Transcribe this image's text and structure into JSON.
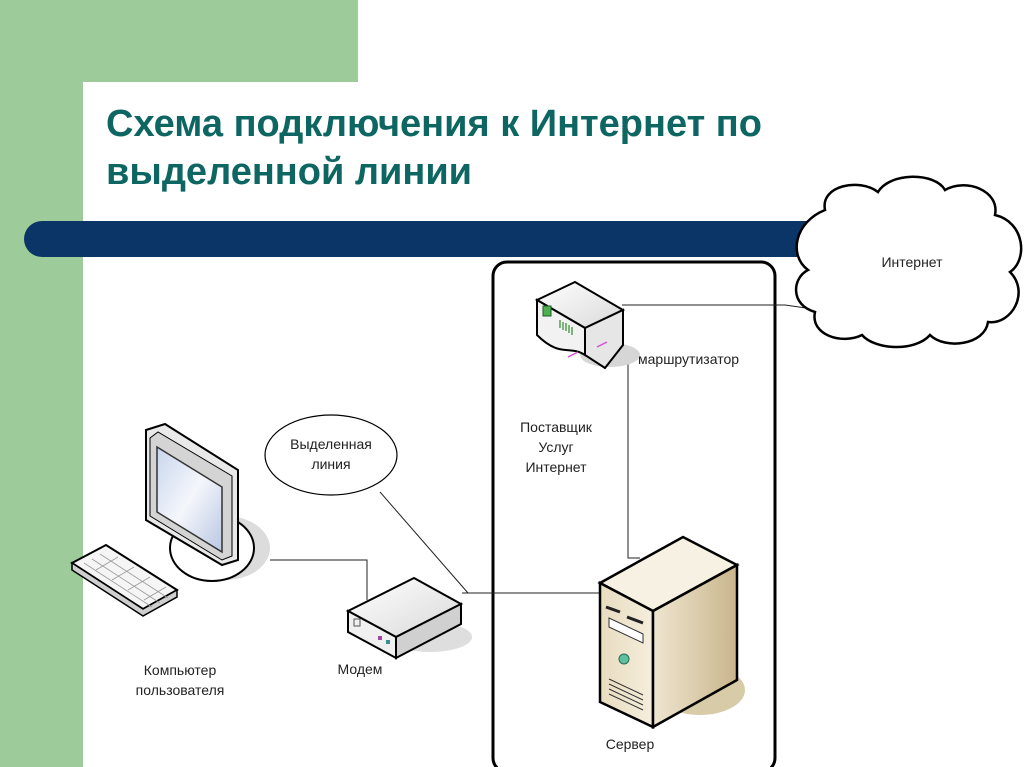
{
  "slide": {
    "title_line1": "Схема подключения к Интернет по",
    "title_line2": "выделенной линии",
    "colors": {
      "accent_green": "#9dcb99",
      "title_teal": "#0d6661",
      "bar_navy": "#0b3566"
    }
  },
  "diagram": {
    "nodes": {
      "internet": {
        "label": "Интернет",
        "icon": "cloud-icon"
      },
      "router": {
        "label": "маршрутизатор",
        "icon": "router-icon"
      },
      "isp": {
        "label_line1": "Поставщик",
        "label_line2": "Услуг",
        "label_line3": "Интернет",
        "icon": "boundary-box"
      },
      "leased_line": {
        "label_line1": "Выделенная",
        "label_line2": "линия",
        "icon": "ellipse-callout"
      },
      "user_computer": {
        "label_line1": "Компьютер",
        "label_line2": "пользователя",
        "icon": "computer-icon"
      },
      "modem": {
        "label": "Модем",
        "icon": "modem-icon"
      },
      "server": {
        "label": "Сервер",
        "icon": "server-icon"
      }
    },
    "connections": [
      {
        "from": "router",
        "to": "internet"
      },
      {
        "from": "router",
        "to": "server"
      },
      {
        "from": "user_computer",
        "to": "modem"
      },
      {
        "from": "modem",
        "to": "server"
      },
      {
        "from": "leased_line",
        "to": "modem-server-link"
      }
    ]
  }
}
